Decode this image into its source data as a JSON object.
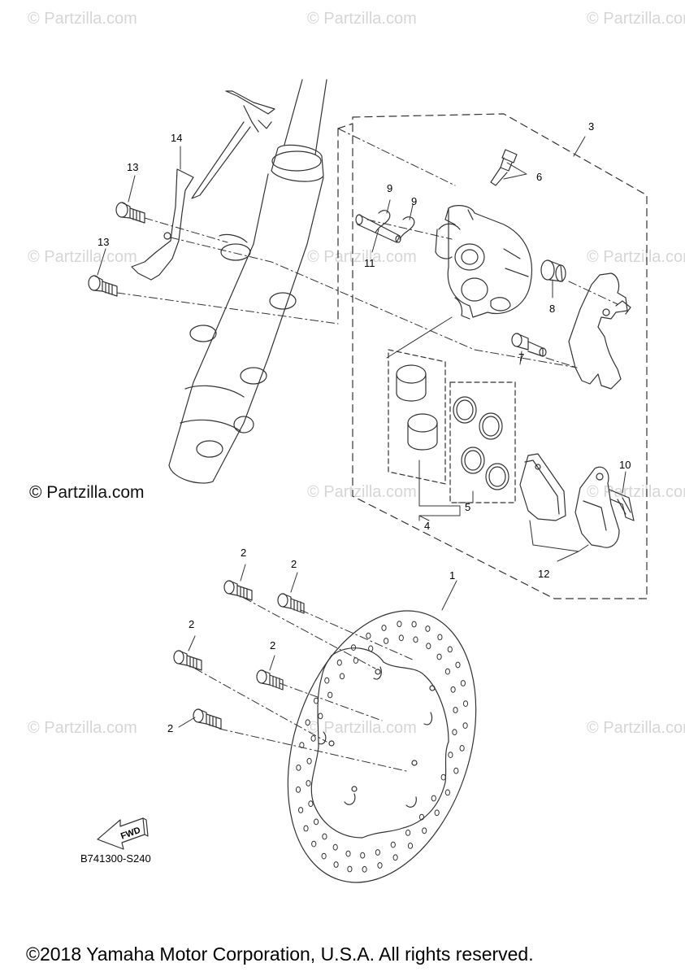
{
  "watermark": "© Partzilla.com",
  "site_credit": "© Partzilla.com",
  "copyright": "©2018 Yamaha Motor Corporation, U.S.A. All rights reserved.",
  "diagram_code": "B741300-S240",
  "fwd_label": "FWD",
  "callouts": {
    "c1": "1",
    "c2a": "2",
    "c2b": "2",
    "c2c": "2",
    "c2d": "2",
    "c2e": "2",
    "c3": "3",
    "c4": "4",
    "c5": "5",
    "c6": "6",
    "c7": "7",
    "c8": "8",
    "c9a": "9",
    "c9b": "9",
    "c10": "10",
    "c11": "11",
    "c12": "12",
    "c13a": "13",
    "c13b": "13",
    "c14": "14"
  },
  "colors": {
    "line": "#333333",
    "watermark": "#d6d6d6",
    "text": "#000000"
  }
}
